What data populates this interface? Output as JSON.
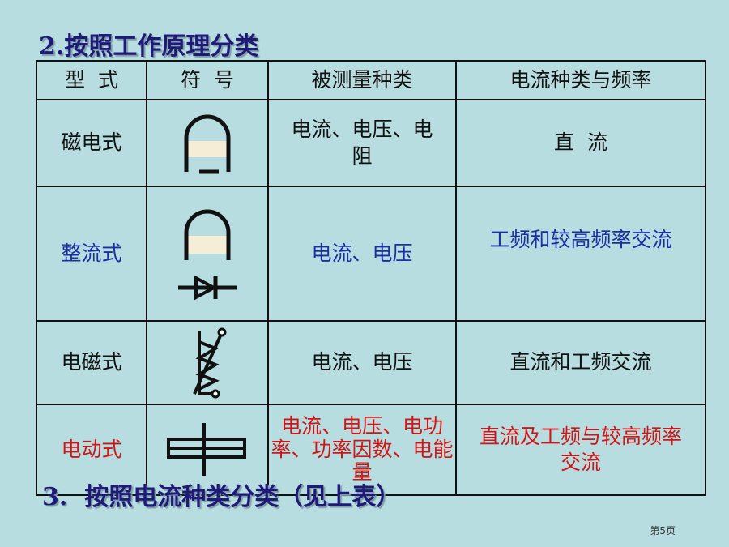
{
  "headings": {
    "section2": "2.按照工作原理分类",
    "section3": "3.  按照电流种类分类（见上表）"
  },
  "table": {
    "headers": [
      "型  式",
      "符  号",
      "被测量种类",
      "电流种类与频率"
    ],
    "rows": [
      {
        "type": "磁电式",
        "symbol": "magnetoelectric-symbol-icon",
        "measured": "电流、电压、电阻",
        "current": "直  流",
        "color": "#111111"
      },
      {
        "type": "整流式",
        "symbol": "rectifier-symbol-icon",
        "measured": "电流、电压",
        "current": "工频和较高频率交流",
        "color": "#1a2fa5"
      },
      {
        "type": "电磁式",
        "symbol": "electromagnetic-symbol-icon",
        "measured": "电流、电压",
        "current": "直流和工频交流",
        "color": "#111111"
      },
      {
        "type": "电动式",
        "symbol": "electrodynamic-symbol-icon",
        "measured": "电流、电压、电功率、功率因数、电能量",
        "current": "直流及工频与较高频率交流",
        "color": "#d21414"
      }
    ]
  },
  "page": {
    "number": "第5页"
  }
}
